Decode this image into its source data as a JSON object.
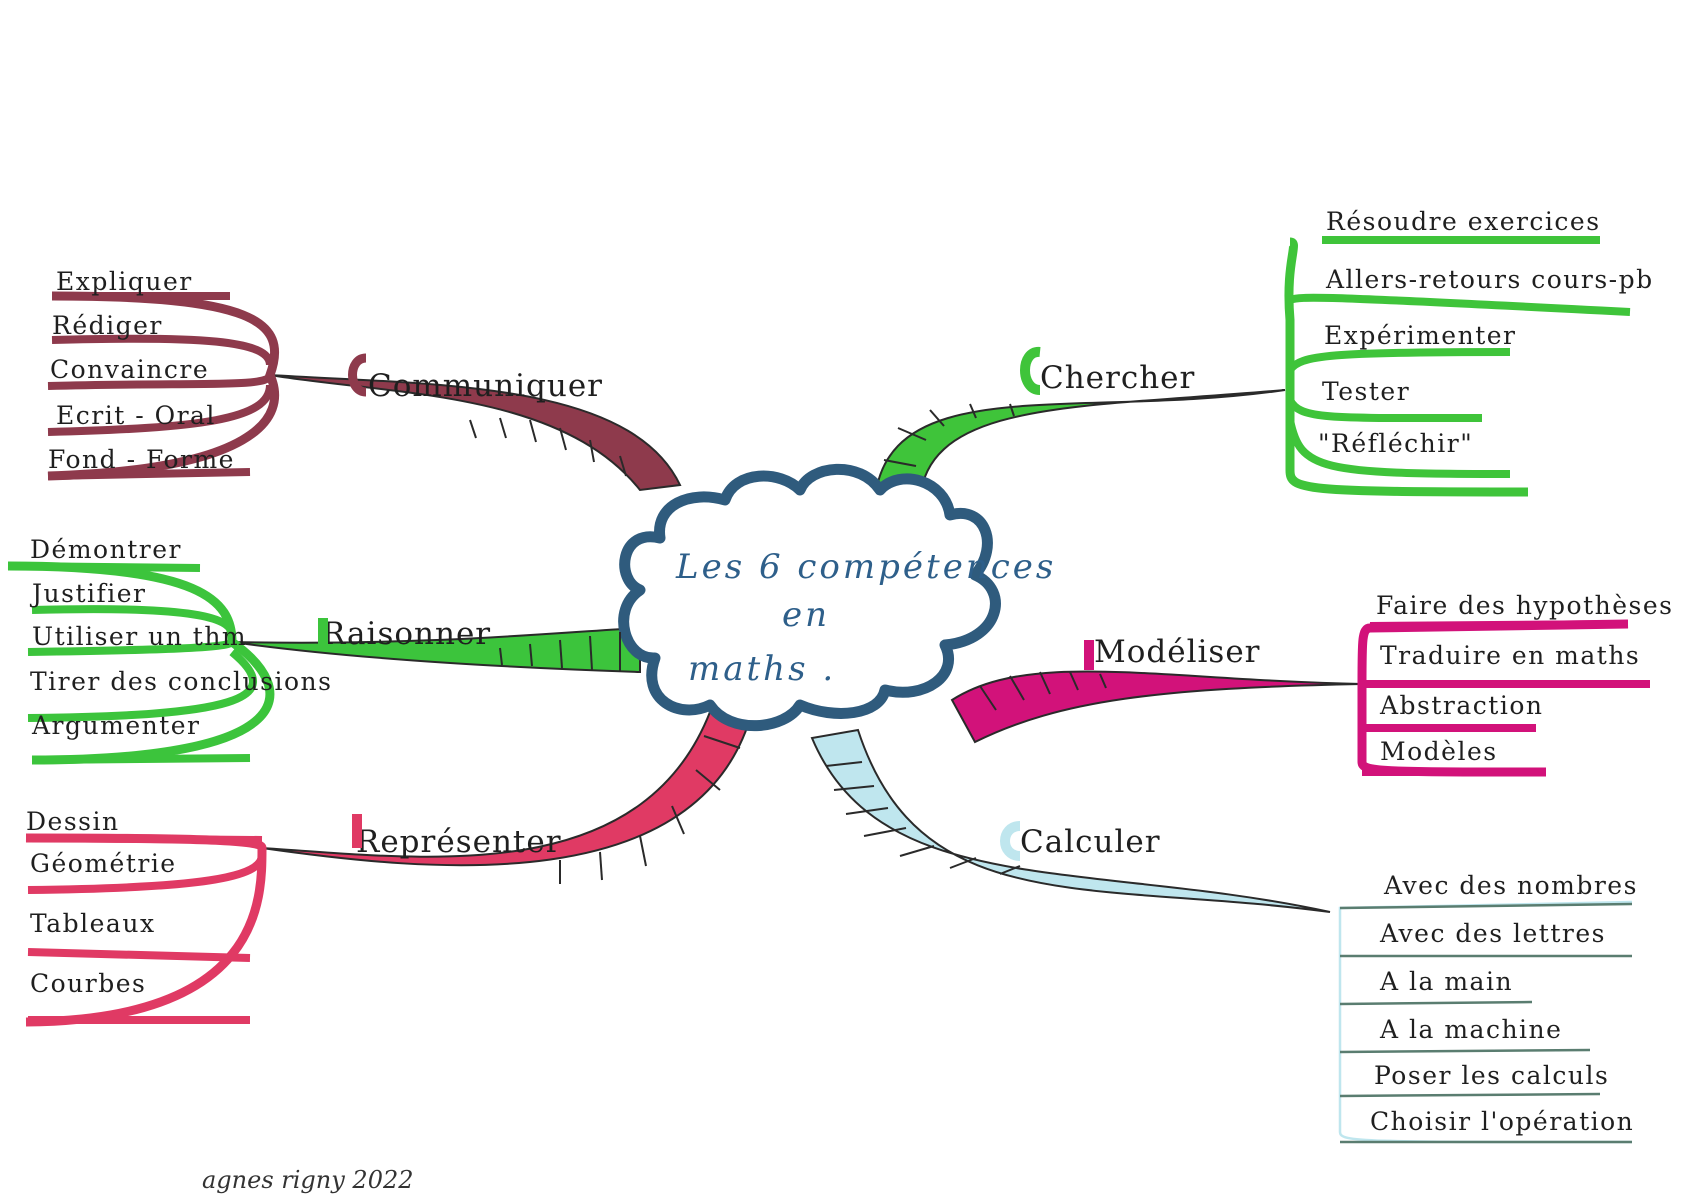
{
  "center": {
    "lines": [
      "Les 6 compétences",
      "en",
      "maths ."
    ],
    "color": "#2f5b7d"
  },
  "branches": {
    "communiquer": {
      "title": "Communiquer",
      "color": "#8e3a4c",
      "items": [
        "Expliquer",
        "Rédiger",
        "Convaincre",
        "Ecrit - Oral",
        "Fond - Forme"
      ]
    },
    "raisonner": {
      "title": "Raisonner",
      "color": "#3cc43c",
      "items": [
        "Démontrer",
        "Justifier",
        "Utiliser un thm",
        "Tirer des conclusions",
        "Argumenter"
      ]
    },
    "representer": {
      "title": "Représenter",
      "color": "#e03a64",
      "items": [
        "Dessin",
        "Géométrie",
        "Tableaux",
        "Courbes"
      ]
    },
    "chercher": {
      "title": "Chercher",
      "color": "#3fc43a",
      "items": [
        "Résoudre exercices",
        "Allers-retours cours-pb",
        "Expérimenter",
        "Tester",
        "\"Réfléchir\""
      ]
    },
    "modeliser": {
      "title": "Modéliser",
      "color": "#d2127a",
      "items": [
        "Faire des hypothèses",
        "Traduire en maths",
        "Abstraction",
        "Modèles"
      ]
    },
    "calculer": {
      "title": "Calculer",
      "color": "#bfe6ee",
      "items": [
        "Avec des nombres",
        "Avec des lettres",
        "A la main",
        "A la machine",
        "Poser les calculs",
        "Choisir l'opération"
      ]
    }
  },
  "signature": "agnes rigny 2022"
}
